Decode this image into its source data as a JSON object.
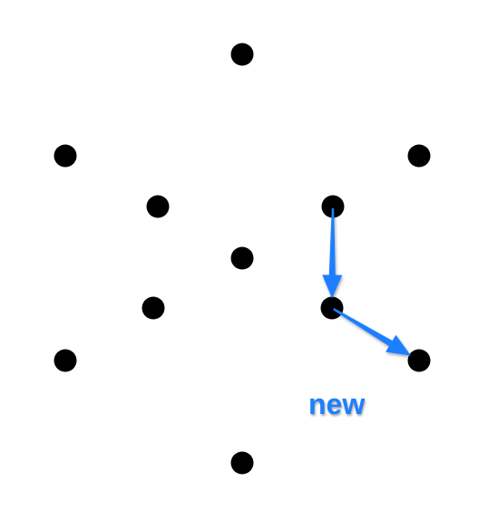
{
  "colors": {
    "dot": "#000000",
    "arrow": "#1f7fff",
    "label": "#1f7fff",
    "background": "#ffffff"
  },
  "label": {
    "text": "new"
  },
  "dots": [
    {
      "id": "top"
    },
    {
      "id": "upper-left"
    },
    {
      "id": "upper-right"
    },
    {
      "id": "inner-upper-left"
    },
    {
      "id": "inner-upper-right"
    },
    {
      "id": "center"
    },
    {
      "id": "inner-lower-left"
    },
    {
      "id": "inner-lower-right"
    },
    {
      "id": "lower-left"
    },
    {
      "id": "lower-right"
    },
    {
      "id": "bottom"
    }
  ],
  "arrows": [
    {
      "from": "inner-upper-right",
      "to": "inner-lower-right"
    },
    {
      "from": "inner-lower-right",
      "to": "lower-right"
    }
  ]
}
